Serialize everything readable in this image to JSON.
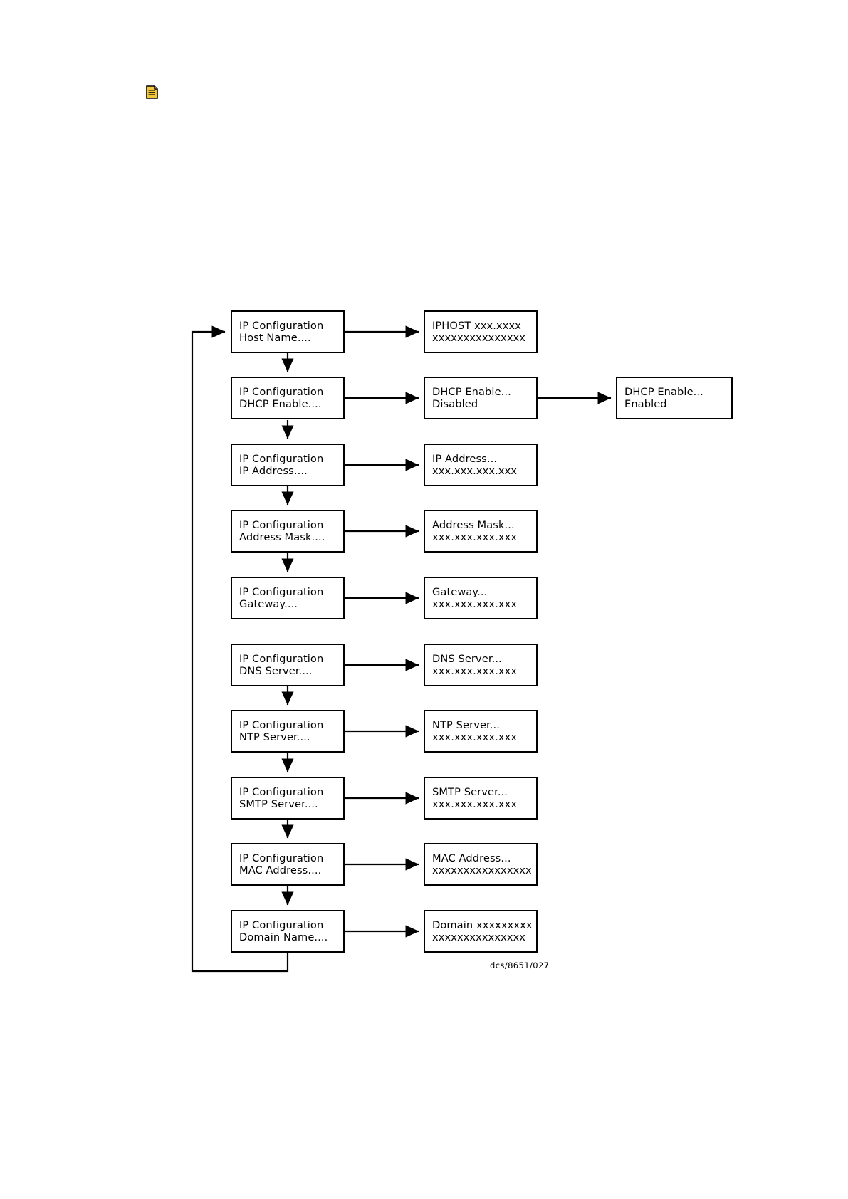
{
  "page": {
    "background_color": "#ffffff",
    "note_icon": {
      "name": "note-document-icon",
      "fill_color": "#F2C73C",
      "outline_color": "#000000"
    },
    "caption": "dcs/8651/027"
  },
  "diagram": {
    "type": "flowchart",
    "title": "IP Configuration menu navigation",
    "line_color": "#000000",
    "box_fill": "#ffffff",
    "loop_arrow": {
      "name": "return-loop-arrow",
      "description": "Line from bottom of last left-column box routed left and up, arrow into top-left box"
    },
    "rows": [
      {
        "id": "host-name",
        "menu": {
          "line1": "IP Configuration",
          "line2": "Host Name...."
        },
        "detail": {
          "line1": "IPHOST xxx.xxxx",
          "line2": "xxxxxxxxxxxxxxx"
        },
        "extra": null,
        "arrow_down_to_next": true
      },
      {
        "id": "dhcp-enable",
        "menu": {
          "line1": "IP Configuration",
          "line2": "DHCP Enable...."
        },
        "detail": {
          "line1": "DHCP Enable...",
          "line2": "Disabled"
        },
        "extra": {
          "line1": "DHCP Enable...",
          "line2": "Enabled"
        },
        "arrow_down_to_next": true
      },
      {
        "id": "ip-address",
        "menu": {
          "line1": "IP Configuration",
          "line2": "IP Address...."
        },
        "detail": {
          "line1": "IP Address...",
          "line2": "xxx.xxx.xxx.xxx"
        },
        "extra": null,
        "arrow_down_to_next": true
      },
      {
        "id": "address-mask",
        "menu": {
          "line1": "IP Configuration",
          "line2": "Address Mask...."
        },
        "detail": {
          "line1": "Address Mask...",
          "line2": "xxx.xxx.xxx.xxx"
        },
        "extra": null,
        "arrow_down_to_next": true
      },
      {
        "id": "gateway",
        "menu": {
          "line1": "IP Configuration",
          "line2": "Gateway...."
        },
        "detail": {
          "line1": "Gateway...",
          "line2": "xxx.xxx.xxx.xxx"
        },
        "extra": null,
        "arrow_down_to_next": false
      },
      {
        "id": "dns-server",
        "menu": {
          "line1": "IP Configuration",
          "line2": "DNS Server...."
        },
        "detail": {
          "line1": "DNS Server...",
          "line2": "xxx.xxx.xxx.xxx"
        },
        "extra": null,
        "arrow_down_to_next": true
      },
      {
        "id": "ntp-server",
        "menu": {
          "line1": "IP Configuration",
          "line2": "NTP Server...."
        },
        "detail": {
          "line1": "NTP Server...",
          "line2": "xxx.xxx.xxx.xxx"
        },
        "extra": null,
        "arrow_down_to_next": true
      },
      {
        "id": "smtp-server",
        "menu": {
          "line1": "IP Configuration",
          "line2": "SMTP Server...."
        },
        "detail": {
          "line1": "SMTP Server...",
          "line2": "xxx.xxx.xxx.xxx"
        },
        "extra": null,
        "arrow_down_to_next": true
      },
      {
        "id": "mac-address",
        "menu": {
          "line1": "IP Configuration",
          "line2": "MAC Address...."
        },
        "detail": {
          "line1": "MAC Address...",
          "line2": "xxxxxxxxxxxxxxxx"
        },
        "extra": null,
        "arrow_down_to_next": true
      },
      {
        "id": "domain-name",
        "menu": {
          "line1": "IP Configuration",
          "line2": "Domain Name...."
        },
        "detail": {
          "line1": "Domain xxxxxxxxx",
          "line2": "xxxxxxxxxxxxxxx"
        },
        "extra": null,
        "arrow_down_to_next": false
      }
    ]
  }
}
